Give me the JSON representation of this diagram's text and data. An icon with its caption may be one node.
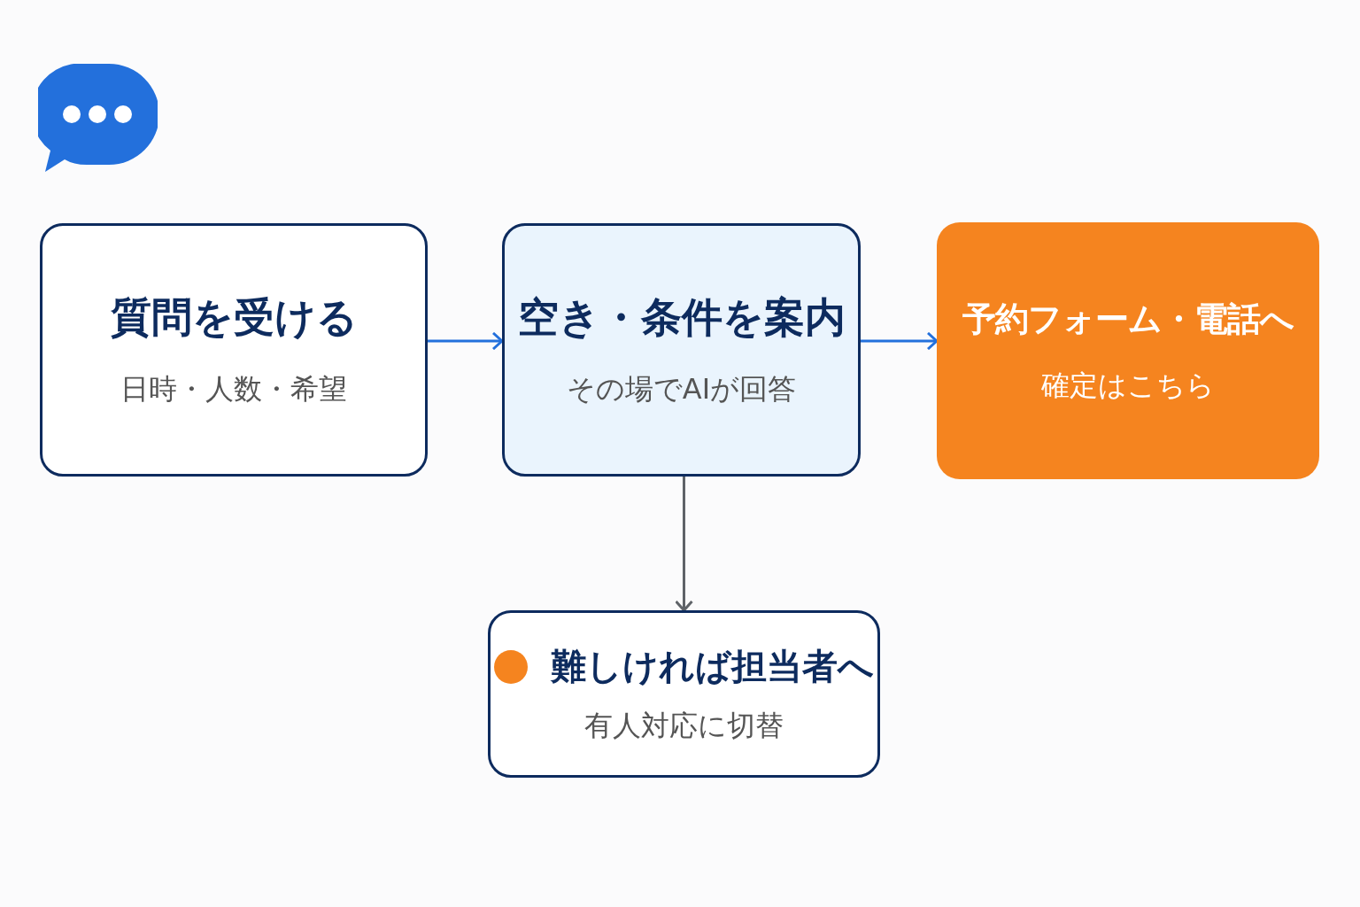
{
  "diagram": {
    "nodes": [
      {
        "text": [
          "質問を受ける",
          "日時・人数・希望"
        ]
      },
      {
        "text": [
          "空き・条件を案内",
          "その場でAIが回答"
        ]
      },
      {
        "text": [
          "予約フォーム・電話へ",
          "確定はこちら"
        ]
      },
      {
        "text": [
          "難しければ担当者へ",
          "有人対応に切替"
        ]
      }
    ],
    "edges": [
      {
        "from": 0,
        "to": 1,
        "arrow": "to"
      },
      {
        "from": 1,
        "to": 2,
        "arrow": "to"
      },
      {
        "from": 1,
        "to": 3,
        "arrow": "to",
        "color": "#5f6368"
      }
    ]
  }
}
